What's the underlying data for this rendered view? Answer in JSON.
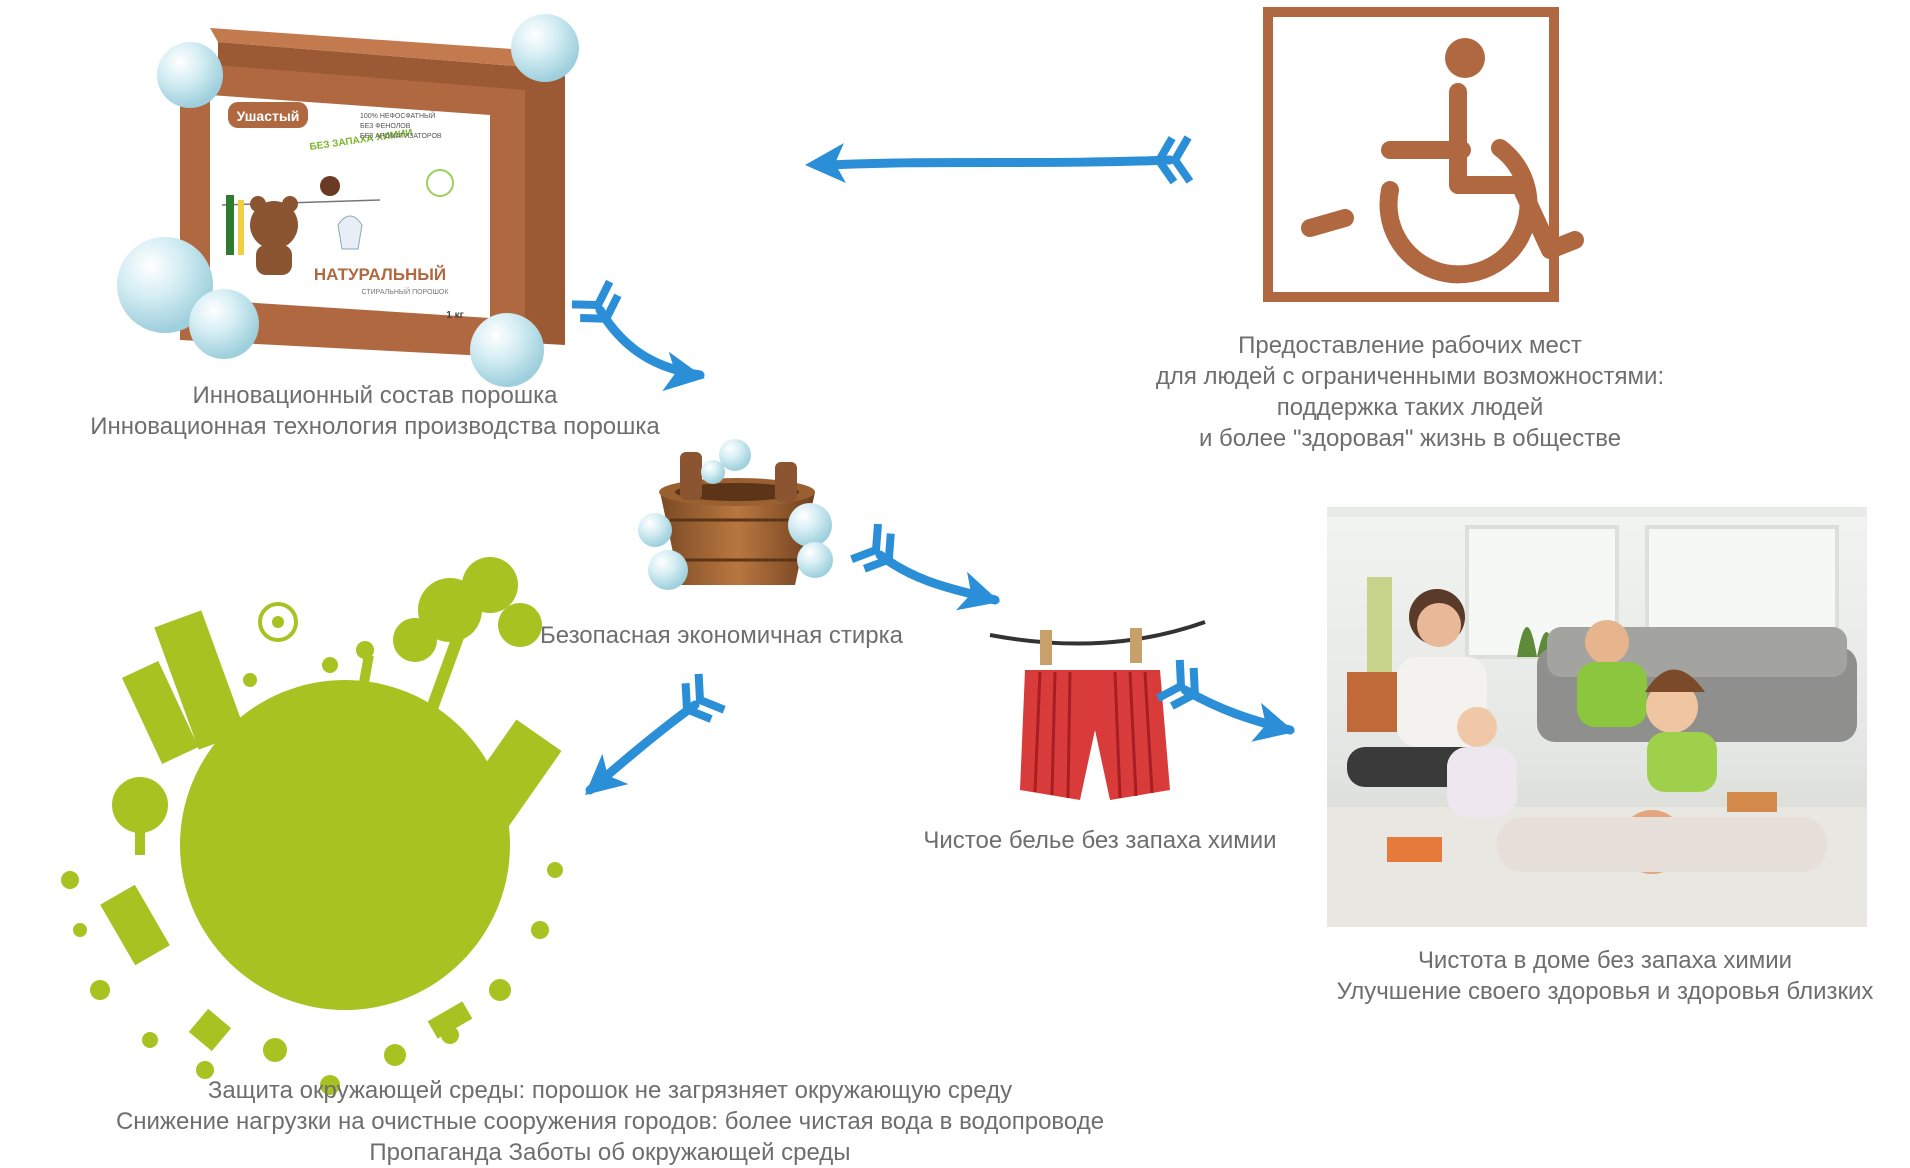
{
  "colors": {
    "brown": "#b06840",
    "arrow": "#2b8fd8",
    "green": "#a7c221",
    "bubble": "#c8e8f0",
    "caption": "#6e6e6e",
    "shorts": "#d93a3a"
  },
  "box": {
    "brand": "Ушастый",
    "title": "НАТУРАЛЬНЫЙ",
    "subtitle": "БЕЗ ЗАПАХА ХИМИИ",
    "features": [
      "100% НЕФОСФАТНЫЙ",
      "БЕЗ ФЕНОЛОВ",
      "БЕЗ АРОМАТИЗАТОРОВ"
    ],
    "descriptor": "СТИРАЛЬНЫЙ ПОРОШОК",
    "weight": "1 кг"
  },
  "captions": {
    "powder": [
      "Инновационный состав порошка",
      "Инновационная технология производства порошка"
    ],
    "jobs": [
      "Предоставление рабочих мест",
      "для людей с ограниченными возможностями:",
      "поддержка таких людей",
      "и более \"здоровая\" жизнь в обществе"
    ],
    "washing": "Безопасная экономичная стирка",
    "laundry": "Чистое белье без запаха химии",
    "home": [
      "Чистота в доме без запаха химии",
      "Улучшение своего здоровья и здоровья близких"
    ],
    "environment": [
      "Защита окружающей среды: порошок не загрязняет окружающую среду",
      "Снижение нагрузки на очистные сооружения городов: более чистая вода в водопроводе",
      "Пропаганда Заботы об окружающей среды"
    ]
  },
  "icons": {
    "wheelchair": "wheelchair-icon",
    "tub": "wash-tub-icon",
    "shorts": "drying-shorts-icon",
    "planet": "green-planet-icon"
  }
}
